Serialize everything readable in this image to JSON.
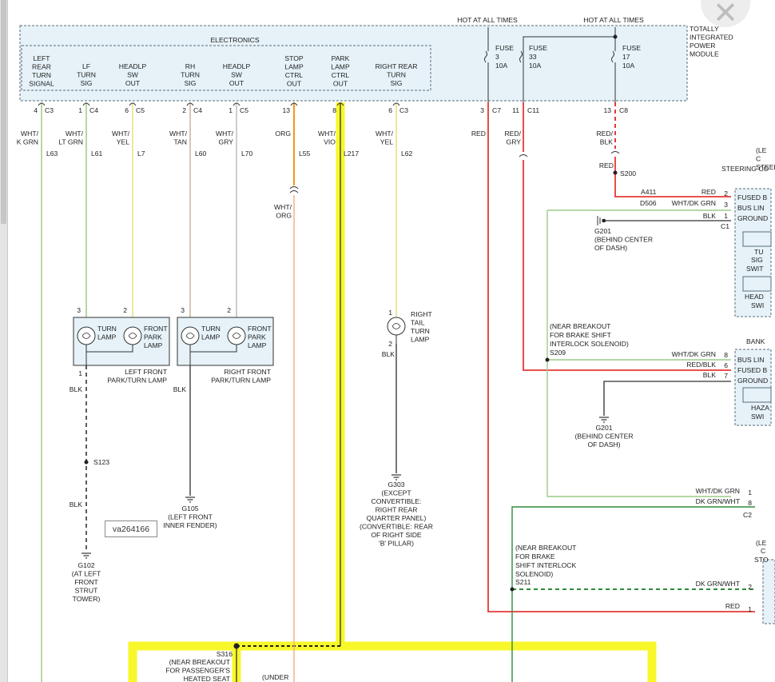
{
  "hot_labels": [
    "HOT AT ALL TIMES",
    "HOT AT ALL TIMES"
  ],
  "tipm": {
    "section": "ELECTRONICS",
    "module_lines": [
      "TOTALLY",
      "INTEGRATED",
      "POWER",
      "MODULE"
    ],
    "fuses": [
      {
        "lines": [
          "FUSE",
          "3",
          "10A"
        ],
        "pin": "3",
        "conn": "C7"
      },
      {
        "lines": [
          "FUSE",
          "33",
          "10A"
        ],
        "pin": "11",
        "conn": "C11"
      },
      {
        "lines": [
          "FUSE",
          "17",
          "10A"
        ],
        "pin": "13",
        "conn": "C8"
      }
    ],
    "outputs": [
      {
        "lines": [
          "LEFT",
          "REAR",
          "TURN",
          "SIGNAL"
        ],
        "pin": "4",
        "conn": "C3"
      },
      {
        "lines": [
          "LF",
          "TURN",
          "SIG"
        ],
        "pin": "1",
        "conn": "C4"
      },
      {
        "lines": [
          "HEADLP",
          "SW",
          "OUT"
        ],
        "pin": "6",
        "conn": "C5"
      },
      {
        "lines": [
          "RH",
          "TURN",
          "SIG"
        ],
        "pin": "2",
        "conn": "C4"
      },
      {
        "lines": [
          "HEADLP",
          "SW",
          "OUT"
        ],
        "pin": "1",
        "conn": "C5"
      },
      {
        "lines": [
          "STOP",
          "LAMP",
          "CTRL",
          "OUT"
        ],
        "pin": "13",
        "conn": ""
      },
      {
        "lines": [
          "PARK",
          "LAMP",
          "CTRL",
          "OUT"
        ],
        "pin": "8",
        "conn": ""
      },
      {
        "lines": [
          "RIGHT REAR",
          "TURN",
          "SIG"
        ],
        "pin": "6",
        "conn": "C3"
      }
    ]
  },
  "wires": [
    {
      "lines": [
        "WHT/",
        "K GRN"
      ],
      "circuit": "L63"
    },
    {
      "lines": [
        "WHT/",
        "LT GRN"
      ],
      "circuit": "L61"
    },
    {
      "lines": [
        "WHT/",
        "YEL"
      ],
      "circuit": "L7"
    },
    {
      "lines": [
        "WHT/",
        "TAN"
      ],
      "circuit": "L60"
    },
    {
      "lines": [
        "WHT/",
        "GRY"
      ],
      "circuit": "L70"
    },
    {
      "lines": [
        "ORG"
      ],
      "circuit": "L55"
    },
    {
      "lines": [
        "WHT/",
        "VIO"
      ],
      "circuit": "L217"
    },
    {
      "lines": [
        "WHT/",
        "YEL"
      ],
      "circuit": "L62"
    }
  ],
  "fuse_wires": [
    {
      "lines": [
        "RED"
      ]
    },
    {
      "lines": [
        "RED/",
        "GRY"
      ]
    },
    {
      "lines": [
        "RED/",
        "BLK"
      ]
    }
  ],
  "org_continuation": [
    "WHT/",
    "ORG"
  ],
  "lamps": {
    "left_front": {
      "title": [
        "LEFT FRONT",
        "PARK/TURN LAMP"
      ],
      "turn": [
        "TURN",
        "LAMP"
      ],
      "park": [
        "FRONT",
        "PARK",
        "LAMP"
      ],
      "pins": [
        "3",
        "2",
        "1"
      ],
      "ground_wire": "BLK"
    },
    "right_front": {
      "title": [
        "RIGHT FRONT",
        "PARK/TURN LAMP"
      ],
      "turn": [
        "TURN",
        "LAMP"
      ],
      "park": [
        "FRONT",
        "PARK",
        "LAMP"
      ],
      "pins": [
        "3",
        "2"
      ],
      "ground_wire": "BLK"
    },
    "right_tail": {
      "title": [
        "RIGHT",
        "TAIL",
        "TURN",
        "LAMP"
      ],
      "pins": [
        "1",
        "2"
      ],
      "ground_wire": "BLK"
    }
  },
  "splices": {
    "s123": "S123",
    "s123_wire": "BLK",
    "s200": "S200",
    "s200_wire": "RED",
    "s209": "S209",
    "s209_note": [
      "(NEAR BREAKOUT",
      "FOR BRAKE SHIFT",
      "INTERLOCK SOLENOID)"
    ],
    "s211": "S211",
    "s211_note": [
      "(NEAR BREAKOUT",
      "FOR BRAKE",
      "SHIFT INTERLOCK",
      "SOLENOID)"
    ],
    "s316": "S316",
    "s316_note": [
      "(NEAR BREAKOUT",
      "FOR PASSENGER'S",
      "HEATED SEAT"
    ],
    "under": "(UNDER"
  },
  "grounds": {
    "g102": [
      "G102",
      "(AT LEFT",
      "FRONT",
      "STRUT",
      "TOWER)"
    ],
    "g105": [
      "G105",
      "(LEFT FRONT",
      "INNER FENDER)"
    ],
    "g303": [
      "G303",
      "(EXCEPT",
      "CONVERTIBLE:",
      "RIGHT REAR",
      "QUARTER PANEL)",
      "(CONVERTIBLE: REAR",
      "OF RIGHT SIDE",
      "'B' PILLAR)"
    ],
    "g201_top": [
      "G201",
      "(BEHIND CENTER",
      "OF DASH)"
    ],
    "g201_bottom": [
      "G201",
      "(BEHIND CENTER",
      "OF DASH)"
    ]
  },
  "steering": {
    "header": [
      "(LE",
      "C",
      "STEERING CO"
    ],
    "circuits": [
      {
        "circuit": "A411",
        "color": "RED",
        "pin": "2"
      },
      {
        "circuit": "D506",
        "color": "WHT/DK GRN",
        "pin": "3"
      },
      {
        "circuit": "",
        "color": "BLK",
        "pin": "1"
      }
    ],
    "conn": "C1",
    "pins_labels": [
      "FUSED B",
      "BUS LIN",
      "GROUND"
    ],
    "switches": [
      "TU",
      "SIG",
      "SWIT",
      "HEAD",
      "SWI"
    ]
  },
  "bank": {
    "header": "BANK",
    "circuits": [
      {
        "color": "WHT/DK GRN",
        "pin": "8"
      },
      {
        "color": "RED/BLK",
        "pin": "6"
      },
      {
        "color": "BLK",
        "pin": "7"
      }
    ],
    "pins_labels": [
      "BUS LIN",
      "FUSED B",
      "GROUND"
    ],
    "switch": [
      "HAZA",
      "SWI"
    ]
  },
  "c2": {
    "circuits": [
      {
        "color": "WHT/DK GRN",
        "pin": "1"
      },
      {
        "color": "DK GRN/WHT",
        "pin": "8"
      }
    ],
    "conn": "C2"
  },
  "lower_right": {
    "header": [
      "(LE",
      "C",
      "STO"
    ],
    "circuits": [
      {
        "color": "DK GRN/WHT",
        "pin": "2"
      },
      {
        "color": "RED",
        "pin": "1"
      }
    ]
  },
  "image_id": "va264166",
  "colors": {
    "module_fill": "#e6f2f8",
    "highlight": "#f7f72a",
    "red": "#e53935",
    "green": "#2e8b3a",
    "light_green": "#9ccc88",
    "orange": "#f08c00",
    "pale_orange": "#f4b890",
    "grey": "#555555"
  },
  "close_icon": "close-icon"
}
